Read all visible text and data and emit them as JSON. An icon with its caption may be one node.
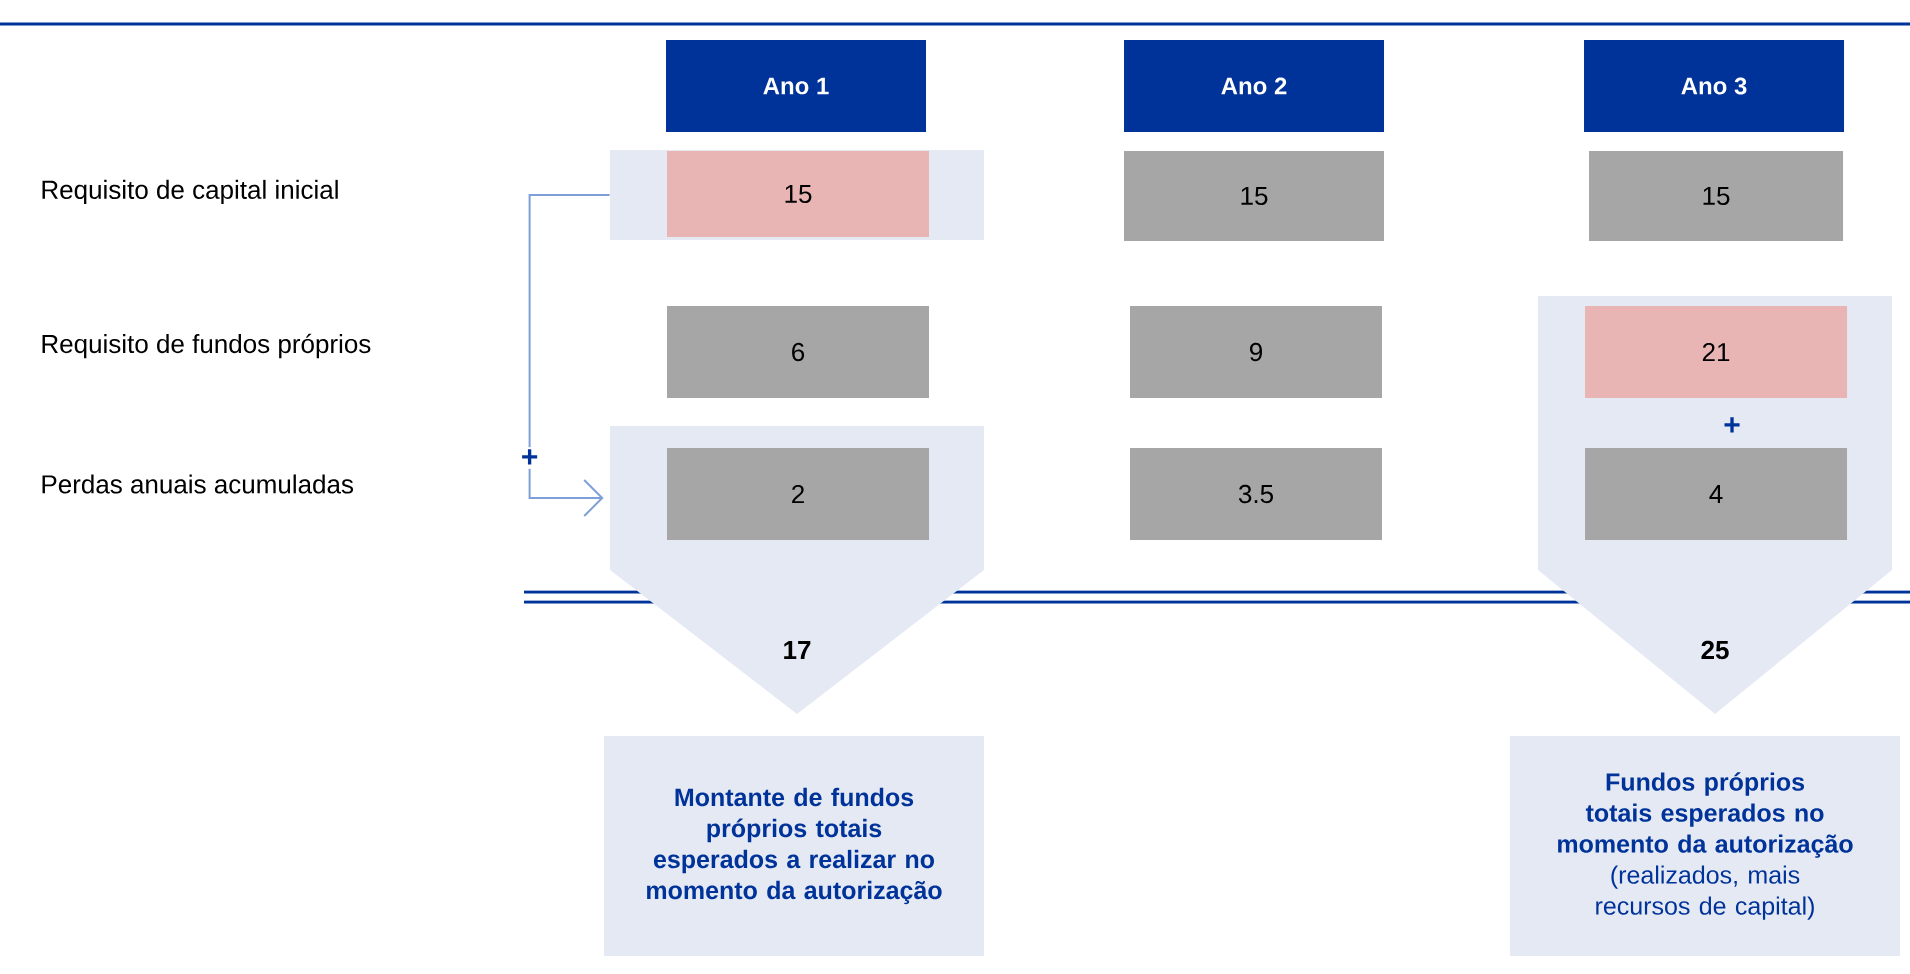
{
  "diagram": {
    "nodes": [
      {
        "text": [
          "Ano 1"
        ]
      },
      {
        "text": [
          "Ano 2"
        ]
      },
      {
        "text": [
          "Ano 3"
        ]
      },
      {
        "text": [],
        "shape": "box"
      },
      {
        "text": [
          "15"
        ],
        "in": 3
      },
      {
        "text": [
          "15"
        ]
      },
      {
        "text": [
          "15"
        ]
      },
      {
        "text": [
          "6"
        ]
      },
      {
        "text": [
          "9"
        ]
      },
      {
        "text": [
          "25"
        ]
      },
      {
        "text": [
          "21"
        ],
        "in": 9
      },
      {
        "text": [
          "17"
        ]
      },
      {
        "text": [
          "2"
        ],
        "in": 11
      },
      {
        "text": [
          "3.5"
        ]
      },
      {
        "text": [
          "4"
        ],
        "in": 9
      },
      {
        "text": [
          "Montante de fundos próprios totais esperados a realizar no momento da autorização"
        ]
      },
      {
        "text": [
          "Fundos próprios totais esperados no momento da autorização",
          "(realizados, mais recursos de capital)"
        ]
      }
    ],
    "edges": [
      {
        "from": 3,
        "to": 11,
        "arrow": "to",
        "label": "+",
        "color": "#7f9fd8"
      }
    ],
    "labels": [
      "Requisito de capital inicial",
      "Requisito de fundos próprios",
      "Perdas anuais acumuladas",
      "+"
    ]
  }
}
